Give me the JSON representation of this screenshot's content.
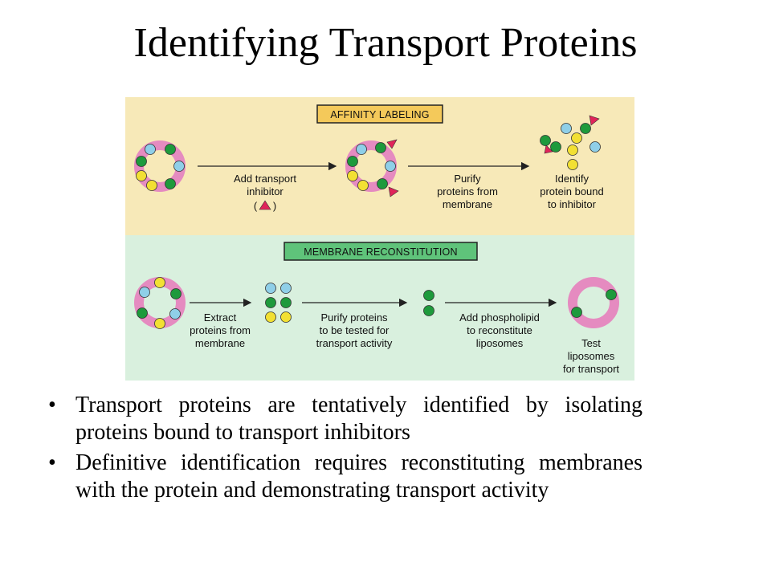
{
  "title": "Identifying Transport Proteins",
  "diagram": {
    "affinity": {
      "box_label": "AFFINITY LABELING",
      "step1": [
        "Add transport",
        "inhibitor",
        "(",
        ")"
      ],
      "step2": [
        "Purify",
        "proteins from",
        "membrane"
      ],
      "step3": [
        "Identify",
        "protein bound",
        "to inhibitor"
      ]
    },
    "reconstitution": {
      "box_label": "MEMBRANE RECONSTITUTION",
      "step1": [
        "Extract",
        "proteins from",
        "membrane"
      ],
      "step2": [
        "Purify proteins",
        "to be tested for",
        "transport activity"
      ],
      "step3": [
        "Add phospholipid",
        "to reconstitute",
        "liposomes"
      ],
      "step4": [
        "Test",
        "liposomes",
        "for transport"
      ]
    },
    "colors": {
      "top_panel": "#f7e9b8",
      "bottom_panel": "#d9f0de",
      "membrane": "#e58bc0",
      "protein_blue": "#8fcfe8",
      "protein_green": "#1e9a3c",
      "protein_yellow": "#f2e033",
      "inhibitor": "#e0245a"
    }
  },
  "bullets": [
    "Transport proteins are tentatively identified by isolating proteins bound to transport inhibitors",
    "Definitive identification requires reconstituting membranes with the protein and demonstrating transport activity"
  ]
}
